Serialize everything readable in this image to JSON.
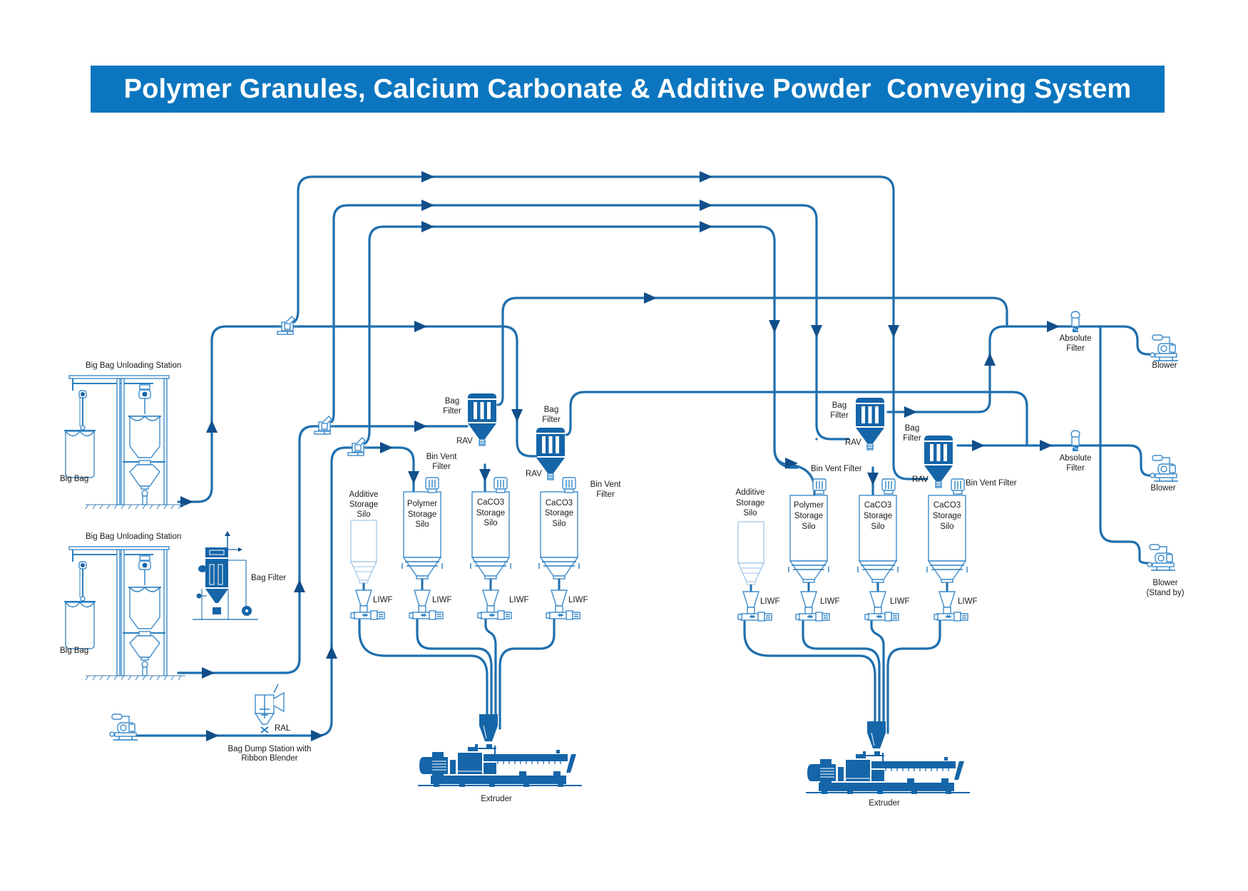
{
  "title": "Polymer Granules, Calcium Carbonate & Additive Powder  Conveying System",
  "colors": {
    "banner": "#0b76bf",
    "pipe": "#1f6fae",
    "equipment": "#1565a8",
    "arrow": "#114f8a"
  },
  "left_stations": {
    "unloading_station_1": "Big Bag Unloading Station",
    "big_bag_1": "Big Bag",
    "unloading_station_2": "Big Bag Unloading Station",
    "big_bag_2": "Big Bag",
    "bag_filter": "Bag Filter",
    "ral": "RAL",
    "bag_dump_line1": "Bag Dump Station with",
    "bag_dump_line2": "Ribbon Blender"
  },
  "line_left": {
    "bag_filter_1": [
      "Bag",
      "Filter"
    ],
    "rav_1": "RAV",
    "bin_vent_1": [
      "Bin Vent",
      "Filter"
    ],
    "bag_filter_2": [
      "Bag",
      "Filter"
    ],
    "rav_2": "RAV",
    "bin_vent_2": [
      "Bin Vent",
      "Filter"
    ],
    "silos": [
      {
        "name": [
          "Additive",
          "Storage",
          "Silo"
        ],
        "feeder": "LIWF"
      },
      {
        "name": [
          "Polymer",
          "Storage",
          "Silo"
        ],
        "feeder": "LIWF"
      },
      {
        "name": [
          "CaCO3",
          "Storage",
          "Silo"
        ],
        "feeder": "LIWF"
      },
      {
        "name": [
          "CaCO3",
          "Storage",
          "Silo"
        ],
        "feeder": "LIWF"
      }
    ],
    "extruder": "Extruder"
  },
  "line_right": {
    "bag_filter_1": [
      "Bag",
      "Filter"
    ],
    "rav_1": "RAV",
    "bin_vent_1": "Bin Vent Filter",
    "bag_filter_2": [
      "Bag",
      "Filter"
    ],
    "rav_2": "RAV",
    "bin_vent_2": "Bin Vent Filter",
    "silos": [
      {
        "name": [
          "Additive",
          "Storage",
          "Silo"
        ],
        "feeder": "LIWF"
      },
      {
        "name": [
          "Polymer",
          "Storage",
          "Silo"
        ],
        "feeder": "LIWF"
      },
      {
        "name": [
          "CaCO3",
          "Storage",
          "Silo"
        ],
        "feeder": "LIWF"
      },
      {
        "name": [
          "CaCO3",
          "Storage",
          "Silo"
        ],
        "feeder": "LIWF"
      }
    ],
    "extruder": "Extruder"
  },
  "blower_section": {
    "absolute_filter_1": [
      "Absolute",
      "Filter"
    ],
    "absolute_filter_2": [
      "Absolute",
      "Filter"
    ],
    "blower_1": "Blower",
    "blower_2": "Blower",
    "blower_3": [
      "Blower",
      "(Stand by)"
    ]
  }
}
